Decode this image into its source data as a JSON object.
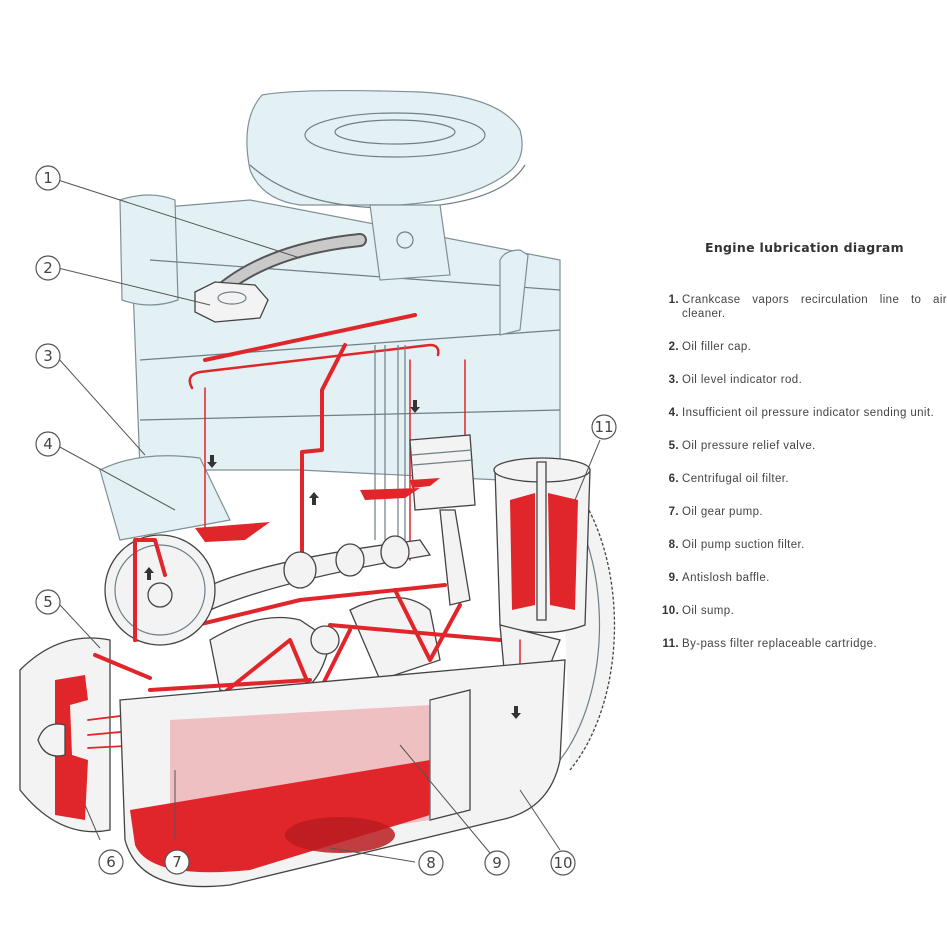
{
  "title": "Engine lubrication diagram",
  "legend": [
    {
      "num": "1.",
      "text": "Crankcase vapors recirculation line to air",
      "text2": "cleaner."
    },
    {
      "num": "2.",
      "text": "Oil filler cap."
    },
    {
      "num": "3.",
      "text": "Oil level indicator rod."
    },
    {
      "num": "4.",
      "text": "Insufficient oil pressure indicator sending unit."
    },
    {
      "num": "5.",
      "text": "Oil pressure relief valve."
    },
    {
      "num": "6.",
      "text": "Centrifugal oil filter."
    },
    {
      "num": "7.",
      "text": "Oil gear pump."
    },
    {
      "num": "8.",
      "text": "Oil pump suction filter."
    },
    {
      "num": "9.",
      "text": "Antislosh baffle."
    },
    {
      "num": "10.",
      "text": "Oil sump."
    },
    {
      "num": "11.",
      "text": "By-pass filter replaceable cartridge."
    }
  ],
  "callouts": [
    "1",
    "2",
    "3",
    "4",
    "5",
    "6",
    "7",
    "8",
    "9",
    "10",
    "11"
  ],
  "colors": {
    "oil_red": "#e0262a",
    "engine_tint": "#e3f1f4",
    "sump_pale": "#efc0c2"
  }
}
